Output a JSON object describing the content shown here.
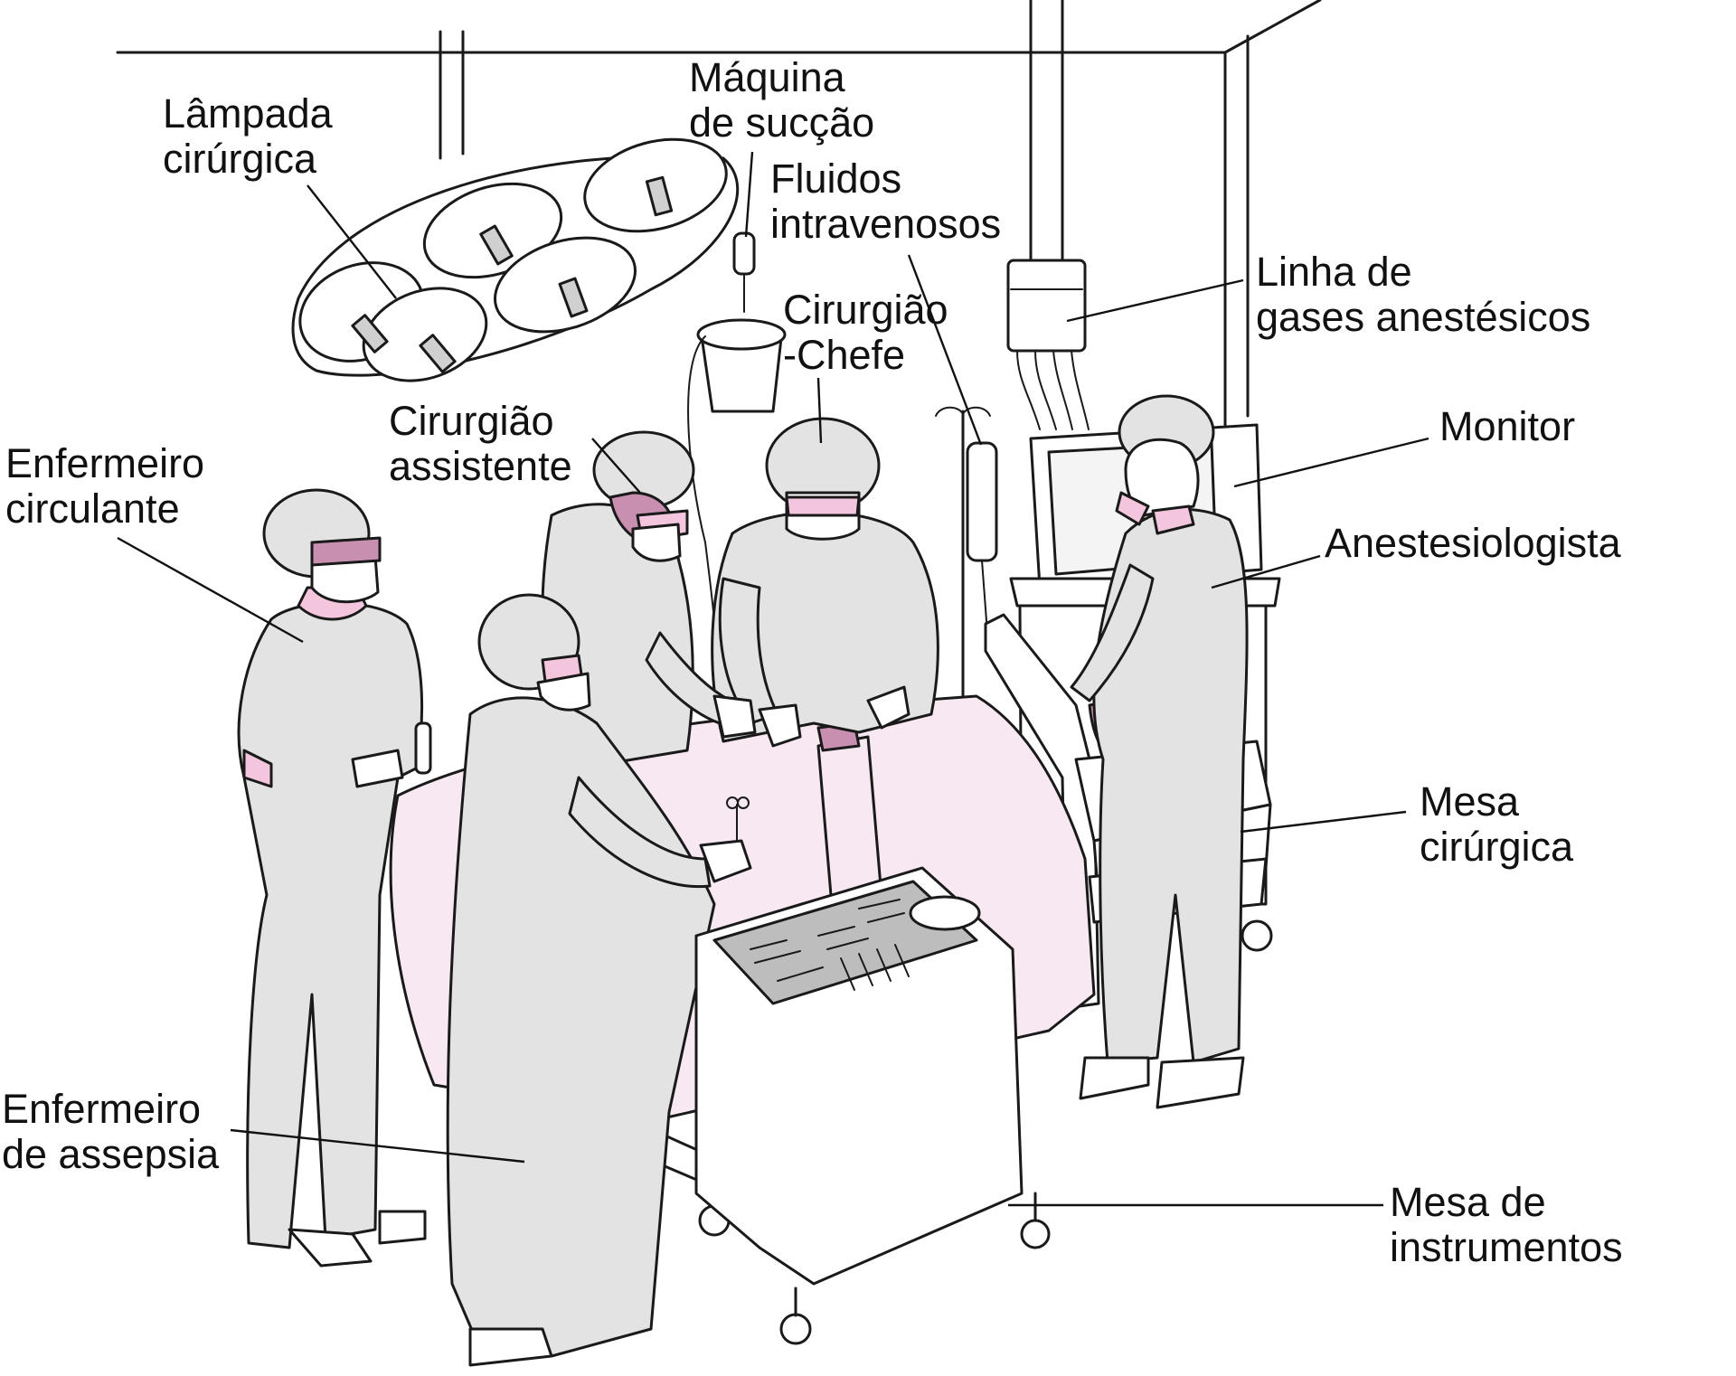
{
  "labels": {
    "surgical_lamp": [
      "Lâmpada",
      "cirúrgica"
    ],
    "suction_machine": [
      "Máquina",
      "de sucção"
    ],
    "iv_fluids": [
      "Fluidos",
      "intravenosos"
    ],
    "chief_surgeon": [
      "Cirurgião",
      "-Chefe"
    ],
    "assistant_surgeon": [
      "Cirurgião",
      "assistente"
    ],
    "circulating_nurse": [
      "Enfermeiro",
      "circulante"
    ],
    "anesthetic_gas_line": [
      "Linha de",
      "gases anestésicos"
    ],
    "monitor": [
      "Monitor"
    ],
    "anesthesiologist": [
      "Anestesiologista"
    ],
    "operating_table": [
      "Mesa",
      "cirúrgica"
    ],
    "scrub_nurse": [
      "Enfermeiro",
      "de assepsia"
    ],
    "instrument_table": [
      "Mesa de",
      "instrumentos"
    ]
  },
  "colors": {
    "gown": "#e3e3e3",
    "drape": "#f8e8f1",
    "skin": "#f3c6de",
    "accent": "#c98fb0",
    "ink": "#1a1a1a"
  }
}
